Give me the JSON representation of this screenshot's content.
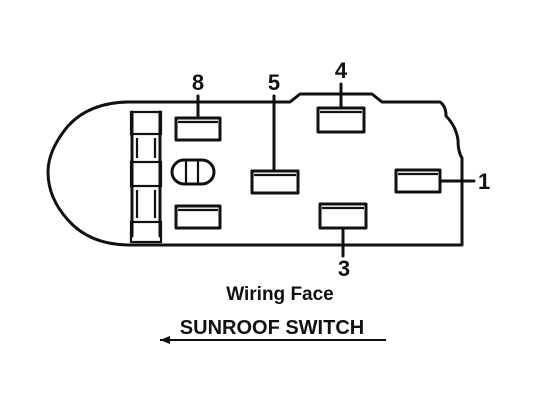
{
  "diagram": {
    "subtitle": "Wiring Face",
    "title": "SUNROOF SWITCH",
    "terminals": [
      {
        "id": "pin-8",
        "label": "8"
      },
      {
        "id": "pin-5",
        "label": "5"
      },
      {
        "id": "pin-4",
        "label": "4"
      },
      {
        "id": "pin-1",
        "label": "1"
      },
      {
        "id": "pin-3",
        "label": "3"
      }
    ]
  }
}
